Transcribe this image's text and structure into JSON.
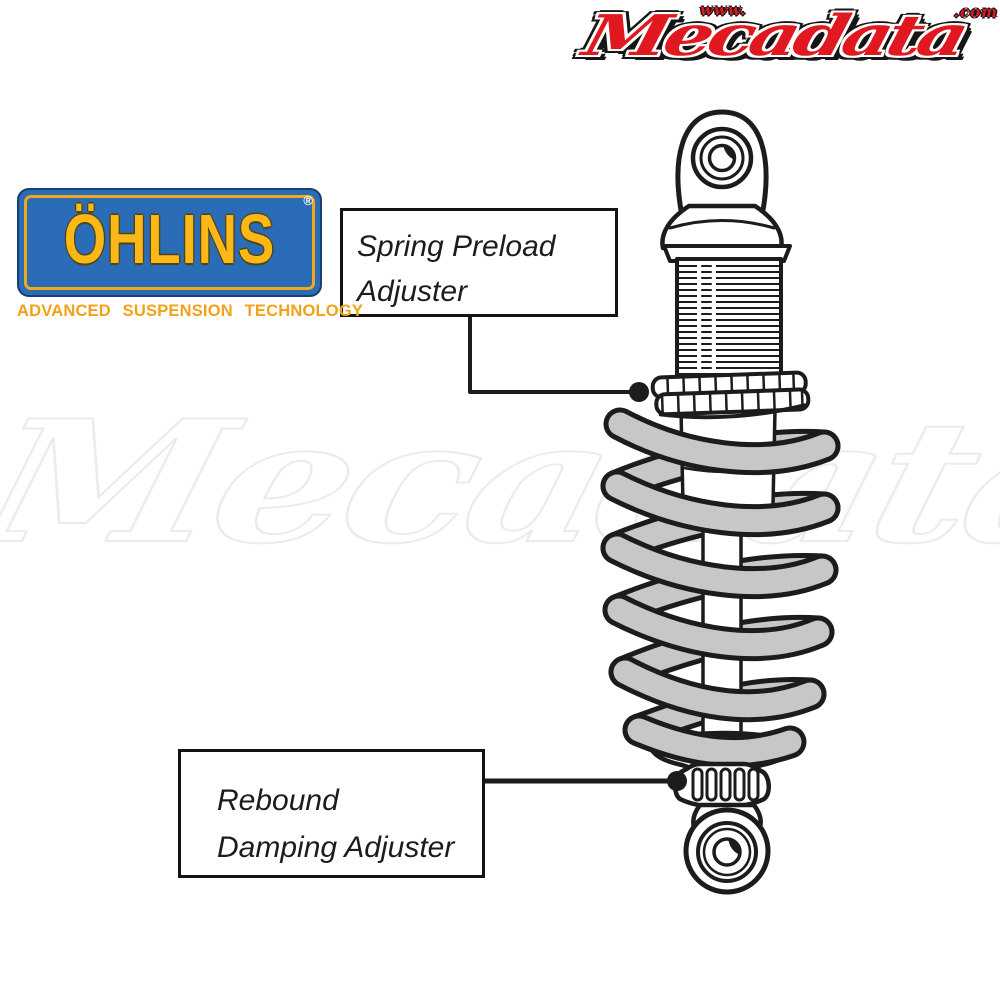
{
  "header_logo": {
    "www": "www.",
    "brand": "Mecadata",
    "com": ".com"
  },
  "watermark": {
    "text": "Mecadata"
  },
  "ohlins": {
    "brand": "ÖHLINS",
    "registered": "®",
    "tagline": "ADVANCED SUSPENSION TECHNOLOGY"
  },
  "callouts": {
    "spring_preload": {
      "line1": "Spring Preload",
      "line2": "Adjuster"
    },
    "rebound": {
      "line1": "Rebound",
      "line2": "Damping Adjuster"
    }
  },
  "diagram": {
    "subject": "Öhlins rear shock absorber"
  },
  "colors": {
    "mecadata_red": "#e0181f",
    "ohlins_blue": "#2a6cb5",
    "ohlins_yellow": "#fcb817",
    "tagline_orange": "#f2a118",
    "spring_gray": "#c6c8c7",
    "ink": "#1c1c1c"
  }
}
